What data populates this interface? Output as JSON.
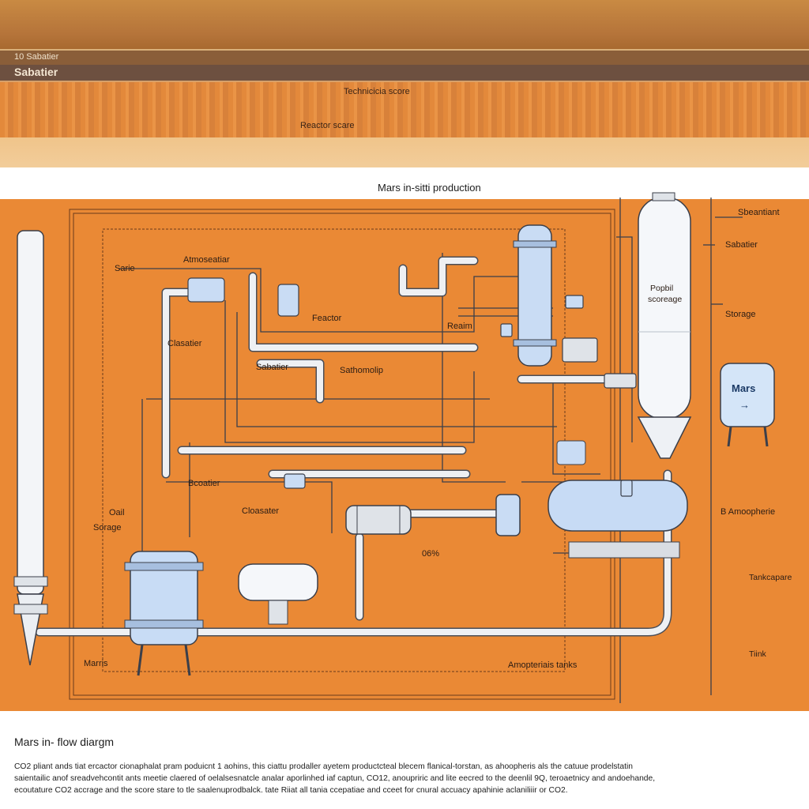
{
  "header": {
    "page_label": "10 Sabatier",
    "title": "Sabatier",
    "technical_score": "Technicicia score",
    "reactor_score": "Reactor scare"
  },
  "diagram": {
    "title": "Mars in-sitti production",
    "labels": {
      "sarie": "Sarie",
      "atmospheric": "Atmoseatiar",
      "clasatier_left": "Clasatier",
      "feactor": "Feactor",
      "reaim": "Reaim",
      "sabatier_mid": "Sabatier",
      "sathonlip": "Sathomolip",
      "bcoatier": "Bcoatier",
      "cloasater": "Cloasater",
      "percent": "06%",
      "oil_storage_line1": "Oail",
      "oil_storage_line2": "Sorage",
      "marris": "Marris",
      "amospteriais_tanks": "Amopteriais tanks",
      "popul_storage_line1": "Popbil",
      "popul_storage_line2": "scoreage",
      "right_top": "Sbeantiant",
      "right_sabatier": "Sabatier",
      "right_storage": "Storage",
      "mars_tank": "Mars",
      "mars_tank_arrow": "→",
      "b_amosphere": "B  Amoopherie",
      "tankspare": "Tankcapare",
      "tiink": "Tiink"
    },
    "colors": {
      "background": "#ea8935",
      "pipe": "#e9ecef",
      "equipment": "#cfe0f6",
      "outline": "#3b3f4a"
    }
  },
  "caption": {
    "title": "Mars in- flow diargm",
    "lines": [
      "CO2 pliant ands tiat ercactor cionaphalat pram poduicnt 1 aohins, this ciattu prodaller ayetem productcteal blecem flanical-torstan, as ahoopheris als the catuue prodelstatin",
      "saientailic anof sreadvehcontit ants meetie claered of oelalsesnatcle analar aporlinhed iaf captun, CO12, anoupriric and lite eecred to the deenlil 9Q, teroaetnicy and andoehande,",
      "ecoutature CO2 accrage and the score stare to tle saalenuprodbalck. tate Riiat all tania ccepatiae and cceet for cnural accuacy apahinie aclaniliiir or CO2."
    ]
  }
}
